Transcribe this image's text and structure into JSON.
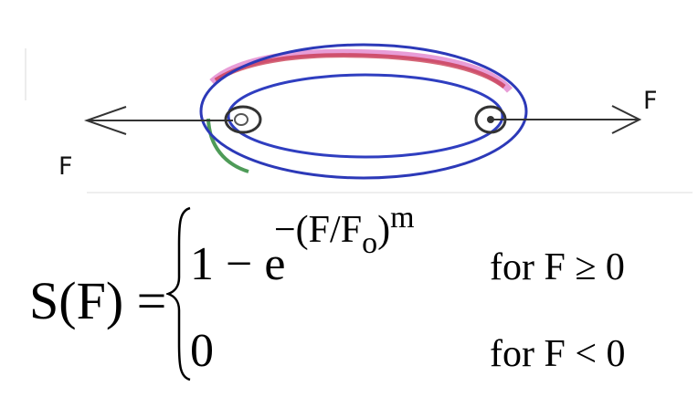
{
  "diagram": {
    "force_label_left": "F",
    "force_label_right": "F"
  },
  "formula": {
    "lhs": "S(F) =",
    "case1_value": "1 − e",
    "case1_exponent": "−(F/F",
    "case1_subscript": "o",
    "case1_power": "m",
    "case1_close": ")",
    "case1_condition": "for F ≥ 0",
    "case2_value": "0",
    "case2_condition": "for F < 0"
  },
  "colors": {
    "ring_outer": "#2c39b8",
    "ring_inner": "#2f3ec0",
    "arrows": "#333333",
    "highlight_red": "#c7364b",
    "highlight_magenta": "#d64cb6",
    "highlight_green": "#2f8a3b"
  }
}
